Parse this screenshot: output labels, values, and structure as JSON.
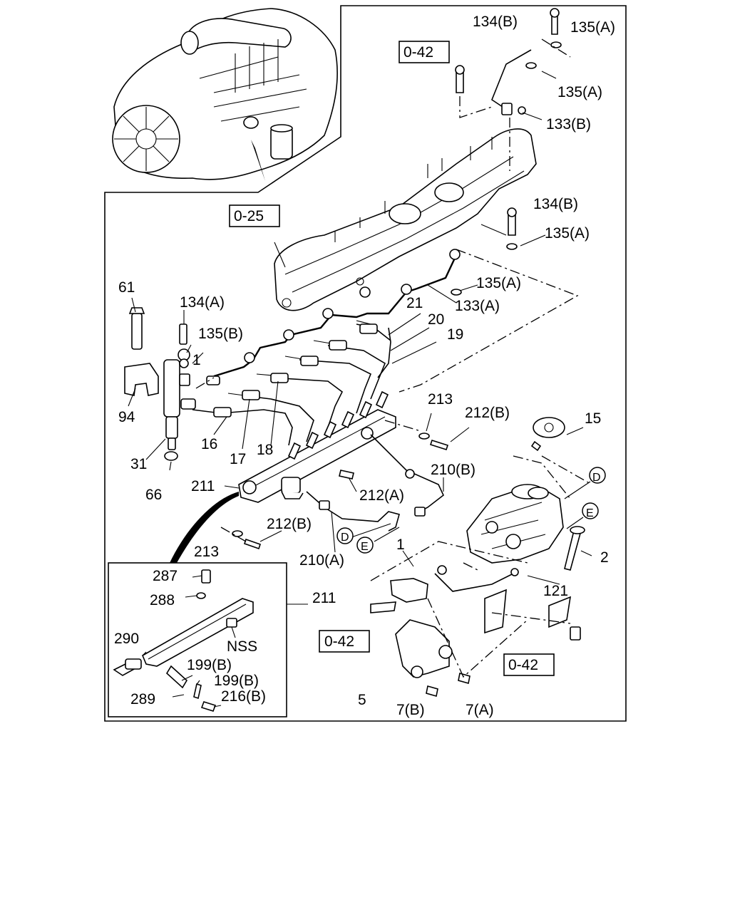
{
  "labels": {
    "l134b_top": "134(B)",
    "l135a_top": "135(A)",
    "l042_top": "0-42",
    "l135a_2": "135(A)",
    "l133b": "133(B)",
    "l025": "0-25",
    "l134b_2": "134(B)",
    "l135a_3": "135(A)",
    "l135a_4": "135(A)",
    "l133a": "133(A)",
    "l61": "61",
    "l134a": "134(A)",
    "l135b": "135(B)",
    "l1a": "1",
    "l21": "21",
    "l20": "20",
    "l19": "19",
    "l94": "94",
    "l16": "16",
    "l17": "17",
    "l18": "18",
    "l31": "31",
    "l213a": "213",
    "l212b_a": "212(B)",
    "l15": "15",
    "l66": "66",
    "l211a": "211",
    "l210b": "210(B)",
    "l212a": "212(A)",
    "lD1": "D",
    "lE1": "E",
    "l212b_b": "212(B)",
    "l213b": "213",
    "lD2": "D",
    "lE2": "E",
    "l210a": "210(A)",
    "l1b": "1",
    "l2": "2",
    "l121": "121",
    "l287": "287",
    "l288": "288",
    "l211b": "211",
    "l290": "290",
    "lNSS": "NSS",
    "l199b_1": "199(B)",
    "l199b_2": "199(B)",
    "l289": "289",
    "l216b": "216(B)",
    "l042_b": "0-42",
    "l042_c": "0-42",
    "l5": "5",
    "l7b": "7(B)",
    "l7a": "7(A)"
  }
}
